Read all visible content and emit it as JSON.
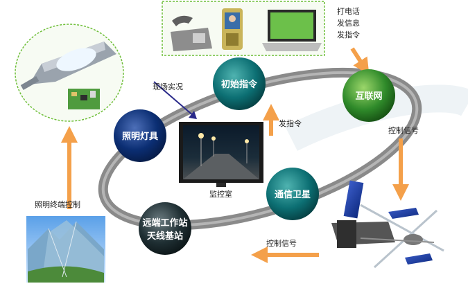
{
  "nodes": {
    "initial_command": "初始指令",
    "lighting_fixture": "照明灯具",
    "internet": "互联网",
    "comm_satellite": "通信卫星",
    "remote_station_line1": "远端工作站",
    "remote_station_line2": "天线基站"
  },
  "labels": {
    "phone_actions": [
      "打电话",
      "发信息",
      "发指令"
    ],
    "live_view": "现场实况",
    "send_command": "发指令",
    "control_signal_right": "控制信号",
    "monitoring_room": "监控室",
    "terminal_control": "照明终端控制",
    "control_signal_bottom": "控制信号"
  },
  "colors": {
    "arrow_orange": "#f4a04a",
    "ring_gray": "#8a8a8a",
    "node_teal": "#0c6f73",
    "node_navy": "#0b2e73",
    "node_green": "#2f8a2a",
    "node_dark": "#1f2f33"
  }
}
